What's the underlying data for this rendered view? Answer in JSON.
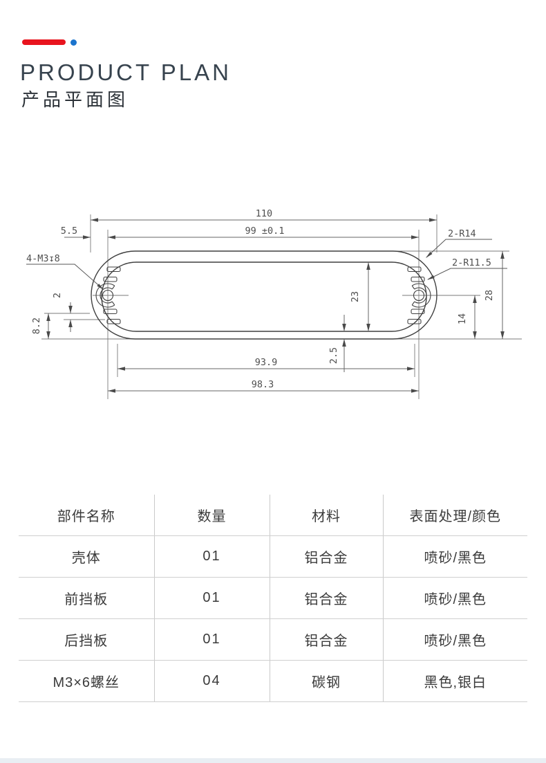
{
  "header": {
    "title_en": "PRODUCT PLAN",
    "title_zh": "产品平面图"
  },
  "accent_colors": {
    "dash_red": "#e8141e",
    "dot_blue": "#1b74cd",
    "title_slate": "#37434e",
    "footer_strip": "#e9eef3"
  },
  "drawing": {
    "dims": {
      "overall_width": "110",
      "screw_span": "99 ±0.1",
      "edge_offset": "5.5",
      "outer_corner": "2-R14",
      "inner_corner": "2-R11.5",
      "screw_thread": "4-M3↧8",
      "slot_step": "2",
      "base_offset": "8.2",
      "inner_height": "23",
      "bottom_wall": "2.5",
      "center_height": "14",
      "overall_height": "28",
      "inner_width": "93.9",
      "slot_width": "98.3"
    }
  },
  "table": {
    "headers": [
      "部件名称",
      "数量",
      "材料",
      "表面处理/颜色"
    ],
    "rows": [
      [
        "壳体",
        "01",
        "铝合金",
        "喷砂/黑色"
      ],
      [
        "前挡板",
        "01",
        "铝合金",
        "喷砂/黑色"
      ],
      [
        "后挡板",
        "01",
        "铝合金",
        "喷砂/黑色"
      ],
      [
        "M3×6螺丝",
        "04",
        "碳钢",
        "黑色,银白"
      ]
    ]
  }
}
